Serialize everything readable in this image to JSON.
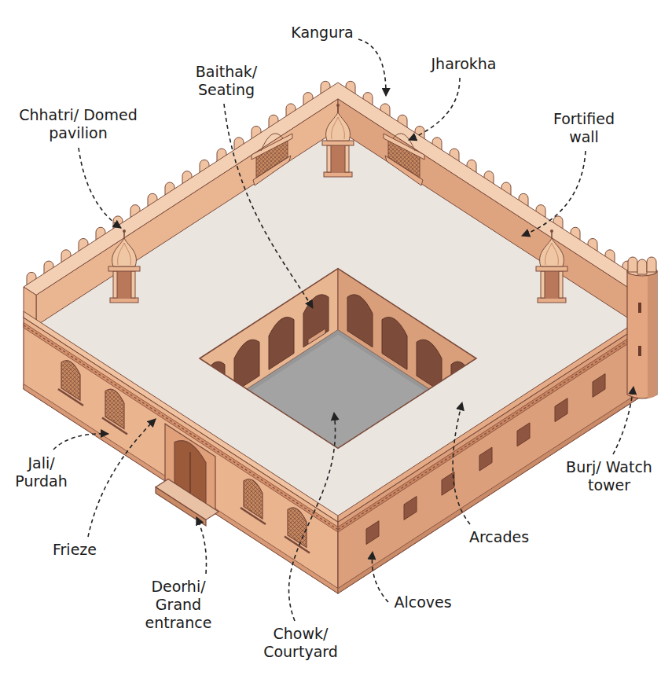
{
  "diagram": {
    "labels": [
      "Kangura",
      "Jharokha",
      "Baithak/ Seating",
      "Fortified wall",
      "Chhatri/ Domed pavilion",
      "Jali/ Purdah",
      "Frieze",
      "Deorhi/ Grand entrance",
      "Chowk/ Courtyard",
      "Alcoves",
      "Arcades",
      "Burj/ Watch tower"
    ]
  }
}
